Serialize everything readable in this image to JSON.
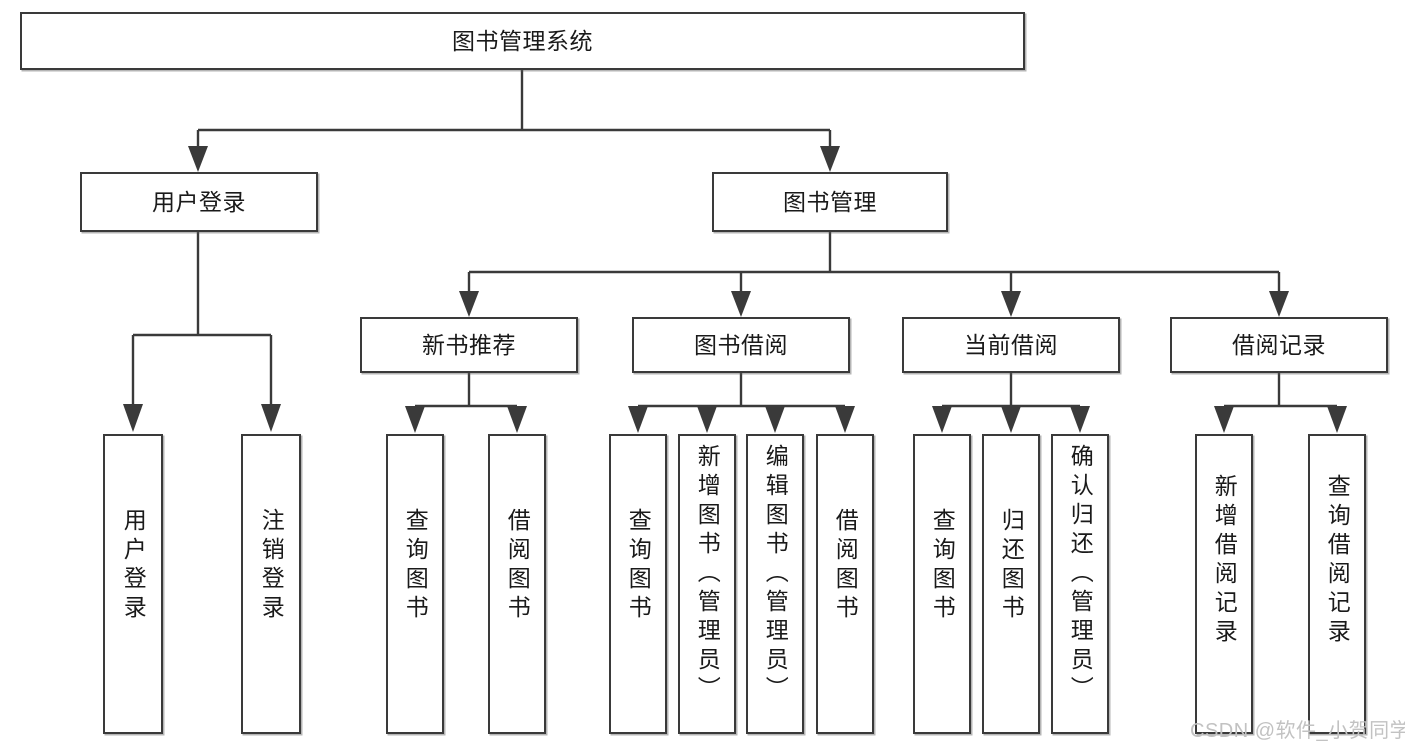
{
  "diagram": {
    "title": "图书管理系统",
    "type": "tree-hierarchy-diagram",
    "watermark": "CSDN @软件_小贺同学",
    "root": {
      "id": "root",
      "label": "图书管理系统"
    },
    "level2": [
      {
        "id": "user-login",
        "label": "用户登录"
      },
      {
        "id": "book-management",
        "label": "图书管理"
      }
    ],
    "level3": [
      {
        "id": "new-book-recommend",
        "label": "新书推荐",
        "parent": "book-management"
      },
      {
        "id": "book-borrow",
        "label": "图书借阅",
        "parent": "book-management"
      },
      {
        "id": "current-borrow",
        "label": "当前借阅",
        "parent": "book-management"
      },
      {
        "id": "borrow-record",
        "label": "借阅记录",
        "parent": "book-management"
      }
    ],
    "leaves": [
      {
        "id": "leaf-user-login",
        "label": "用户登录",
        "parent": "user-login"
      },
      {
        "id": "leaf-logout-login",
        "label": "注销登录",
        "parent": "user-login"
      },
      {
        "id": "leaf-query-book-1",
        "label": "查询图书",
        "parent": "new-book-recommend"
      },
      {
        "id": "leaf-borrow-book-1",
        "label": "借阅图书",
        "parent": "new-book-recommend"
      },
      {
        "id": "leaf-query-book-2",
        "label": "查询图书",
        "parent": "book-borrow"
      },
      {
        "id": "leaf-add-book",
        "label": "新增图书（管理员）",
        "parent": "book-borrow"
      },
      {
        "id": "leaf-edit-book",
        "label": "编辑图书（管理员）",
        "parent": "book-borrow"
      },
      {
        "id": "leaf-borrow-book-2",
        "label": "借阅图书",
        "parent": "book-borrow"
      },
      {
        "id": "leaf-query-book-3",
        "label": "查询图书",
        "parent": "current-borrow"
      },
      {
        "id": "leaf-return-book",
        "label": "归还图书",
        "parent": "current-borrow"
      },
      {
        "id": "leaf-confirm-return",
        "label": "确认归还（管理员）",
        "parent": "current-borrow"
      },
      {
        "id": "leaf-add-record",
        "label": "新增借阅记录",
        "parent": "borrow-record"
      },
      {
        "id": "leaf-query-record",
        "label": "查询借阅记录",
        "parent": "borrow-record"
      }
    ],
    "colors": {
      "stroke": "#3a3a3a",
      "fill": "#ffffff",
      "text": "#1a1a1a",
      "watermark": "#c2c2c2"
    }
  }
}
